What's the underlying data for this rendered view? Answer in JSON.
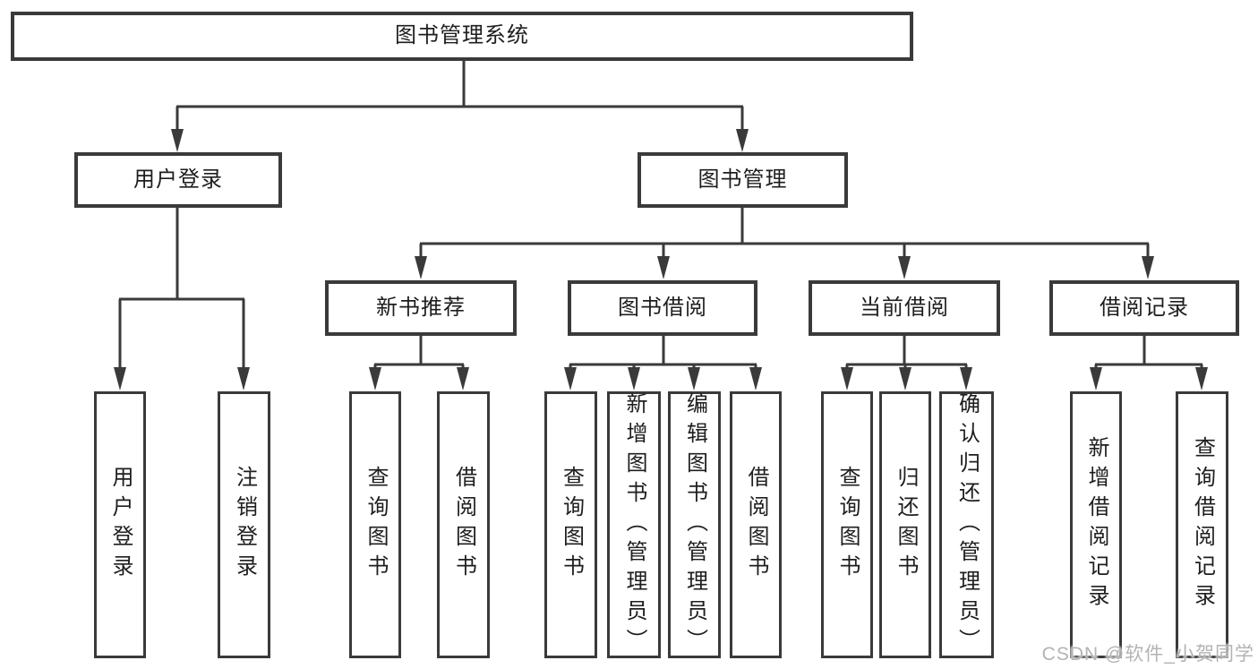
{
  "diagram": {
    "root": {
      "label": "图书管理系统"
    },
    "branches": [
      {
        "label": "用户登录",
        "children": [
          {
            "label": "用户登录"
          },
          {
            "label": "注销登录"
          }
        ]
      },
      {
        "label": "图书管理",
        "children": [
          {
            "label": "新书推荐",
            "children": [
              {
                "label": "查询图书"
              },
              {
                "label": "借阅图书"
              }
            ]
          },
          {
            "label": "图书借阅",
            "children": [
              {
                "label": "查询图书"
              },
              {
                "label": "新增图书（管理员）"
              },
              {
                "label": "编辑图书（管理员）"
              },
              {
                "label": "借阅图书"
              }
            ]
          },
          {
            "label": "当前借阅",
            "children": [
              {
                "label": "查询图书"
              },
              {
                "label": "归还图书"
              },
              {
                "label": "确认归还（管理员）"
              }
            ]
          },
          {
            "label": "借阅记录",
            "children": [
              {
                "label": "新增借阅记录"
              },
              {
                "label": "查询借阅记录"
              }
            ]
          }
        ]
      }
    ]
  },
  "colors": {
    "line": "#3a3a3a",
    "text": "#1e1e1e",
    "watermark": "#b3b3b3",
    "background": "#ffffff"
  },
  "watermark": {
    "text": "CSDN @软件_小贺同学"
  }
}
